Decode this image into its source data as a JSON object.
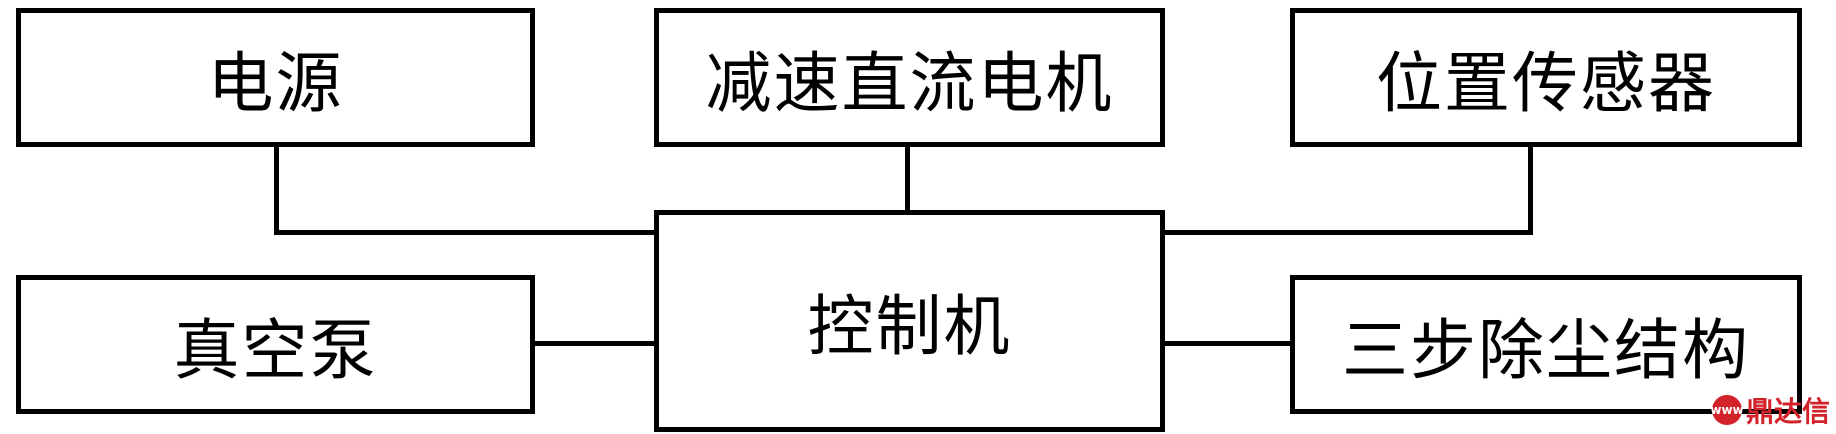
{
  "boxes": {
    "power": "电源",
    "motor": "减速直流电机",
    "sensor": "位置传感器",
    "controller": "控制机",
    "vacuum": "真空泵",
    "dust": "三步除尘结构"
  },
  "watermark": {
    "text": "鼎达信",
    "logo_text": "www"
  }
}
